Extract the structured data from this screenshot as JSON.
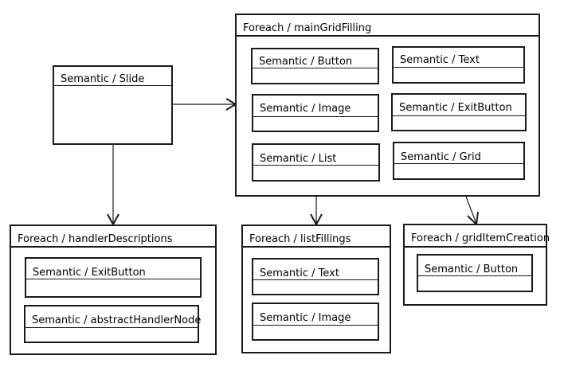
{
  "diagram": {
    "slide": {
      "title": "Semantic / Slide"
    },
    "main_grid_filling": {
      "title": "Foreach / mainGridFilling",
      "items": [
        "Semantic / Button",
        "Semantic / Text",
        "Semantic / Image",
        "Semantic / ExitButton",
        "Semantic / List",
        "Semantic / Grid"
      ]
    },
    "handler_descriptions": {
      "title": "Foreach / handlerDescriptions",
      "items": [
        "Semantic / ExitButton",
        "Semantic / abstractHandlerNode"
      ]
    },
    "list_fillings": {
      "title": "Foreach / listFillings",
      "items": [
        "Semantic / Text",
        "Semantic / Image"
      ]
    },
    "grid_item_creation": {
      "title": "Foreach / gridItemCreation",
      "items": [
        "Semantic / Button"
      ]
    },
    "line_color": "#1a1a1a",
    "background": "#ffffff"
  }
}
